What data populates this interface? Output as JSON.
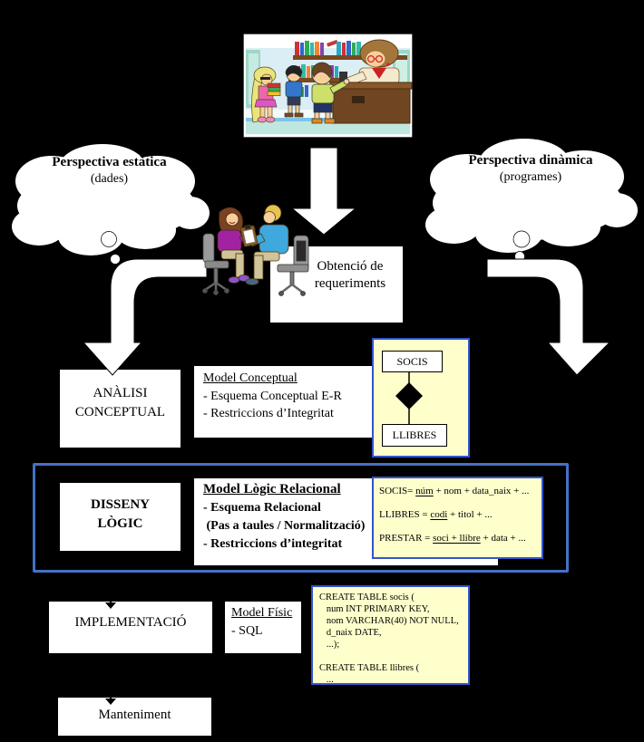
{
  "slide": {
    "background": "#000000"
  },
  "colors": {
    "note_fill": "#FFFFCC",
    "note_border": "#3355CC",
    "section_border": "#4472C4",
    "box_fill": "#FFFFFF",
    "arrow_fill": "#FFFFFF"
  },
  "icons": [
    "library-scene-illustration",
    "interview-clipart",
    "thought-cloud-left-icon",
    "thought-cloud-right-icon",
    "thought-bubbles-left-icon",
    "thought-bubbles-right-icon",
    "down-arrow-icon",
    "curved-arrow-left-icon",
    "curved-arrow-right-icon",
    "relationship-diamond-icon",
    "connector-arrow-icon"
  ],
  "clouds": {
    "left": {
      "title": "Perspectiva estàtica",
      "subtitle": "(dades)"
    },
    "right": {
      "title": "Perspectiva dinàmica",
      "subtitle": "(programes)"
    }
  },
  "requirements": {
    "line1": "Obtenció de",
    "line2": "requeriments"
  },
  "phases": {
    "analisi": {
      "line1": "ANÀLISI",
      "line2": "CONCEPTUAL"
    },
    "disseny": {
      "line1": "DISSENY",
      "line2": "LÒGIC"
    },
    "implementacio": "IMPLEMENTACIÓ",
    "manteniment": "Manteniment"
  },
  "model_conceptual": {
    "title": "Model Conceptual",
    "items": [
      "- Esquema Conceptual E-R",
      "- Restriccions d’Integritat"
    ]
  },
  "model_logic": {
    "title": "Model Lògic Relacional",
    "items": [
      "- Esquema Relacional",
      " (Pas a taules / Normalització)",
      "- Restriccions d’integritat"
    ]
  },
  "model_fisic": {
    "title": "Model Físic",
    "items": [
      "- SQL"
    ]
  },
  "er_diagram": {
    "entity_top": "SOCIS",
    "entity_bottom": "LLIBRES"
  },
  "relational_schema": {
    "lines": [
      [
        {
          "t": "SOCIS= "
        },
        {
          "t": "núm",
          "u": true
        },
        {
          "t": " + nom + data_naix + ..."
        }
      ],
      [
        {
          "t": "LLIBRES = "
        },
        {
          "t": "codi",
          "u": true
        },
        {
          "t": " + titol + ..."
        }
      ],
      [
        {
          "t": "PRESTAR = "
        },
        {
          "t": "soci + llibre",
          "u": true
        },
        {
          "t": " + data + ..."
        }
      ]
    ]
  },
  "sql_code": {
    "lines": [
      "CREATE TABLE socis (",
      "   num INT PRIMARY KEY,",
      "   nom VARCHAR(40) NOT NULL,",
      "   d_naix DATE,",
      "   ...);",
      "",
      "CREATE TABLE llibres (",
      "   ..."
    ]
  }
}
